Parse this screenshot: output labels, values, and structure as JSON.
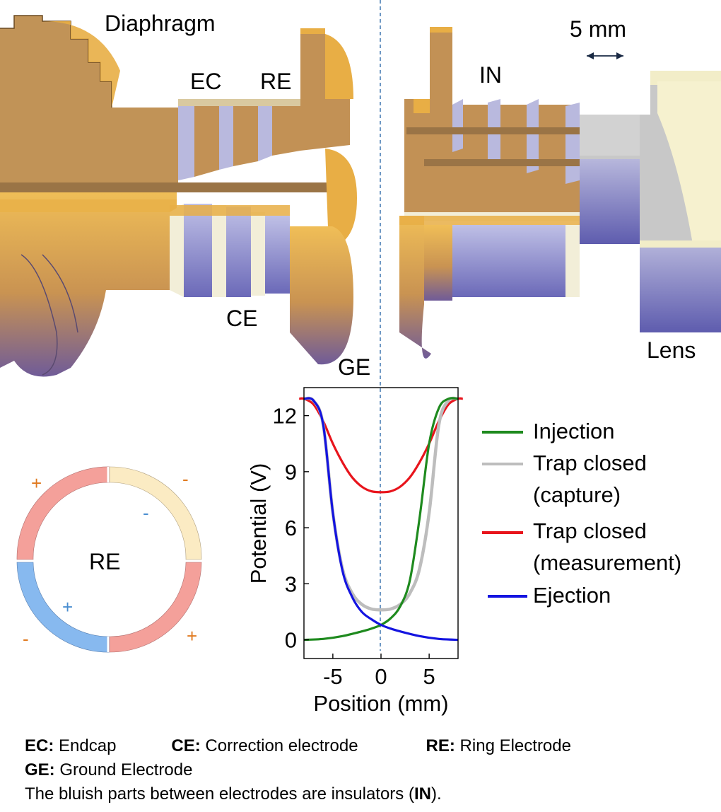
{
  "labels": {
    "diaphragm": "Diaphragm",
    "ec": "EC",
    "re": "RE",
    "ce": "CE",
    "ge": "GE",
    "in": "IN",
    "lens": "Lens",
    "scale": "5 mm",
    "ring": "RE"
  },
  "ring_signs": [
    "+",
    "-",
    "-",
    "+",
    "-",
    "+"
  ],
  "colors": {
    "gold": "#E8AE45",
    "gold_dark": "#C9923A",
    "insulator": "#B9B9DE",
    "ring_red": "#F4A09A",
    "ring_cream": "#FBEBC3",
    "ring_blue": "#87B9EF",
    "sign_orange": "#E07A20",
    "sign_blue": "#4A8ED0",
    "axis_dash": "#4B7FB5"
  },
  "chart_data": {
    "type": "line",
    "xlabel": "Position (mm)",
    "ylabel": "Potential (V)",
    "xlim": [
      -8,
      8
    ],
    "ylim": [
      -1,
      13.5
    ],
    "xticks": [
      -5,
      0,
      5
    ],
    "yticks": [
      0,
      3,
      6,
      9,
      12
    ],
    "grid": false,
    "legend": "right",
    "series": [
      {
        "name": "Injection",
        "color": "#1E8A1E",
        "x": [
          -8,
          -6,
          -4,
          -2,
          -1,
          0,
          1,
          2,
          3,
          4,
          5,
          6,
          7,
          8
        ],
        "y": [
          0.0,
          0.05,
          0.2,
          0.45,
          0.6,
          0.8,
          1.15,
          1.8,
          3.2,
          6.5,
          10.5,
          12.4,
          12.9,
          12.9
        ]
      },
      {
        "name": "Trap closed\n(capture)",
        "color": "#BDBDBD",
        "x": [
          -8,
          -7,
          -6,
          -5,
          -4,
          -3,
          -2,
          -1,
          0,
          1,
          2,
          3,
          4,
          5,
          6,
          7,
          8
        ],
        "y": [
          12.9,
          12.8,
          11.5,
          6.8,
          3.8,
          2.5,
          1.9,
          1.65,
          1.6,
          1.65,
          1.9,
          2.5,
          3.8,
          6.8,
          11.5,
          12.8,
          12.9
        ]
      },
      {
        "name": "Trap closed\n(measurement)",
        "color": "#E8141C",
        "x": [
          -8.5,
          -8,
          -7,
          -6,
          -5,
          -4,
          -3,
          -2,
          -1,
          0,
          1,
          2,
          3,
          4,
          5,
          6,
          7,
          8,
          8.5
        ],
        "y": [
          12.9,
          12.9,
          12.6,
          11.7,
          10.5,
          9.5,
          8.7,
          8.2,
          7.95,
          7.9,
          7.95,
          8.2,
          8.7,
          9.5,
          10.5,
          11.7,
          12.6,
          12.9,
          12.9
        ]
      },
      {
        "name": "Ejection",
        "color": "#1414E0",
        "x": [
          -8,
          -7,
          -6,
          -5,
          -4,
          -3,
          -2,
          -1,
          0,
          1,
          2,
          4,
          6,
          8
        ],
        "y": [
          12.9,
          12.8,
          11.5,
          6.8,
          3.7,
          2.3,
          1.5,
          1.1,
          0.8,
          0.6,
          0.45,
          0.2,
          0.05,
          0.0
        ]
      }
    ]
  },
  "caption": {
    "ec_key": "EC:",
    "ec_val": " Endcap",
    "ce_key": "CE:",
    "ce_val": " Correction electrode",
    "re_key": "RE:",
    "re_val": " Ring Electrode",
    "ge_key": "GE:",
    "ge_val": " Ground Electrode",
    "line3_pre": "The bluish parts between electrodes are insulators (",
    "line3_key": "IN",
    "line3_post": ")."
  }
}
